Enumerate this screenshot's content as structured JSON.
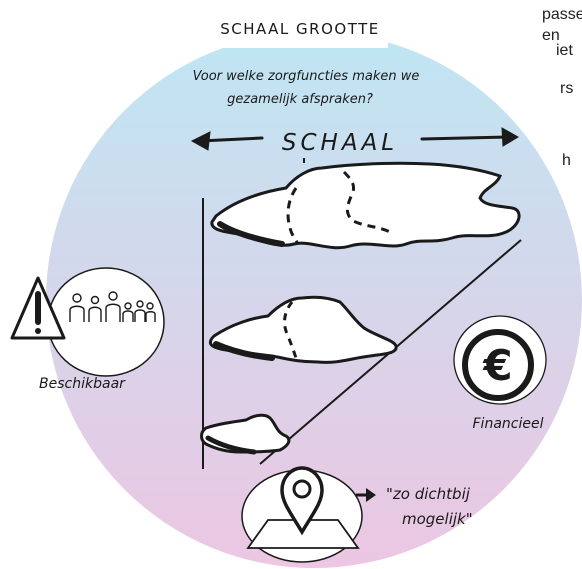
{
  "left_text_fragments": [
    "passende en",
    "iet",
    "rs",
    "h"
  ],
  "diagram": {
    "title": "SCHAAL GROOTTE",
    "question_line1": "Voor welke zorgfuncties maken we",
    "question_line2": "gezamelijk afspraken?",
    "axis_label": "SCHAAL",
    "left_icon_label": "Beschikbaar",
    "right_icon_label": "Financieel",
    "currency_symbol": "€",
    "quote_line1": "\"zo dichtbij",
    "quote_line2": "mogelijk\"",
    "colors": {
      "circle_top": "#bfe6f3",
      "circle_bottom": "#ecc6e2",
      "ink": "#1a1a1a",
      "title_band": "#ffffff"
    },
    "icons": [
      "warning-icon",
      "people-icon",
      "euro-icon",
      "location-pin-icon",
      "arrow-right-icon"
    ]
  }
}
